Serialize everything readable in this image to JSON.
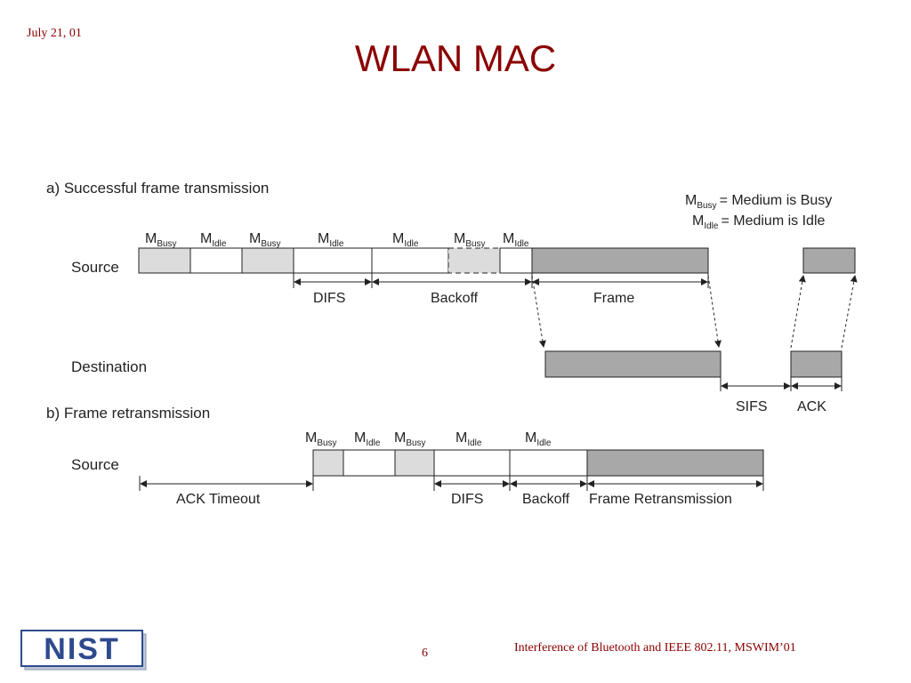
{
  "header": {
    "date": "July 21, 01",
    "title": "WLAN MAC"
  },
  "footer": {
    "citation": "Interference of Bluetooth and IEEE 802.11, MSWIM’01",
    "page": "6"
  },
  "logo": {
    "text": "NIST"
  },
  "legend": {
    "busy": {
      "m": "M",
      "sub": "Busy",
      "text": "= Medium is Busy"
    },
    "idle": {
      "m": "M",
      "sub": "Idle",
      "text": "= Medium is Idle"
    }
  },
  "section_a": {
    "title": "a) Successful frame transmission",
    "source_label": "Source",
    "destination_label": "Destination",
    "media": [
      {
        "m": "M",
        "sub": "Busy"
      },
      {
        "m": "M",
        "sub": "Idle"
      },
      {
        "m": "M",
        "sub": "Busy"
      },
      {
        "m": "M",
        "sub": "Idle"
      },
      {
        "m": "M",
        "sub": "Idle"
      },
      {
        "m": "M",
        "sub": "Busy"
      },
      {
        "m": "M",
        "sub": "Idle"
      }
    ],
    "intervals": {
      "difs": "DIFS",
      "backoff": "Backoff",
      "frame": "Frame",
      "sifs": "SIFS",
      "ack": "ACK"
    }
  },
  "section_b": {
    "title": "b) Frame retransmission",
    "source_label": "Source",
    "media": [
      {
        "m": "M",
        "sub": "Busy"
      },
      {
        "m": "M",
        "sub": "Idle"
      },
      {
        "m": "M",
        "sub": "Busy"
      },
      {
        "m": "M",
        "sub": "Idle"
      },
      {
        "m": "M",
        "sub": "Idle"
      }
    ],
    "intervals": {
      "ack_timeout": "ACK Timeout",
      "difs": "DIFS",
      "backoff": "Backoff",
      "frame_retransmission": "Frame Retransmission"
    }
  },
  "colors": {
    "title": "#8b0000",
    "busy_fill": "#dcdcdc",
    "frame_fill": "#a8a8a8",
    "logo_blue": "#2e4a8f"
  }
}
